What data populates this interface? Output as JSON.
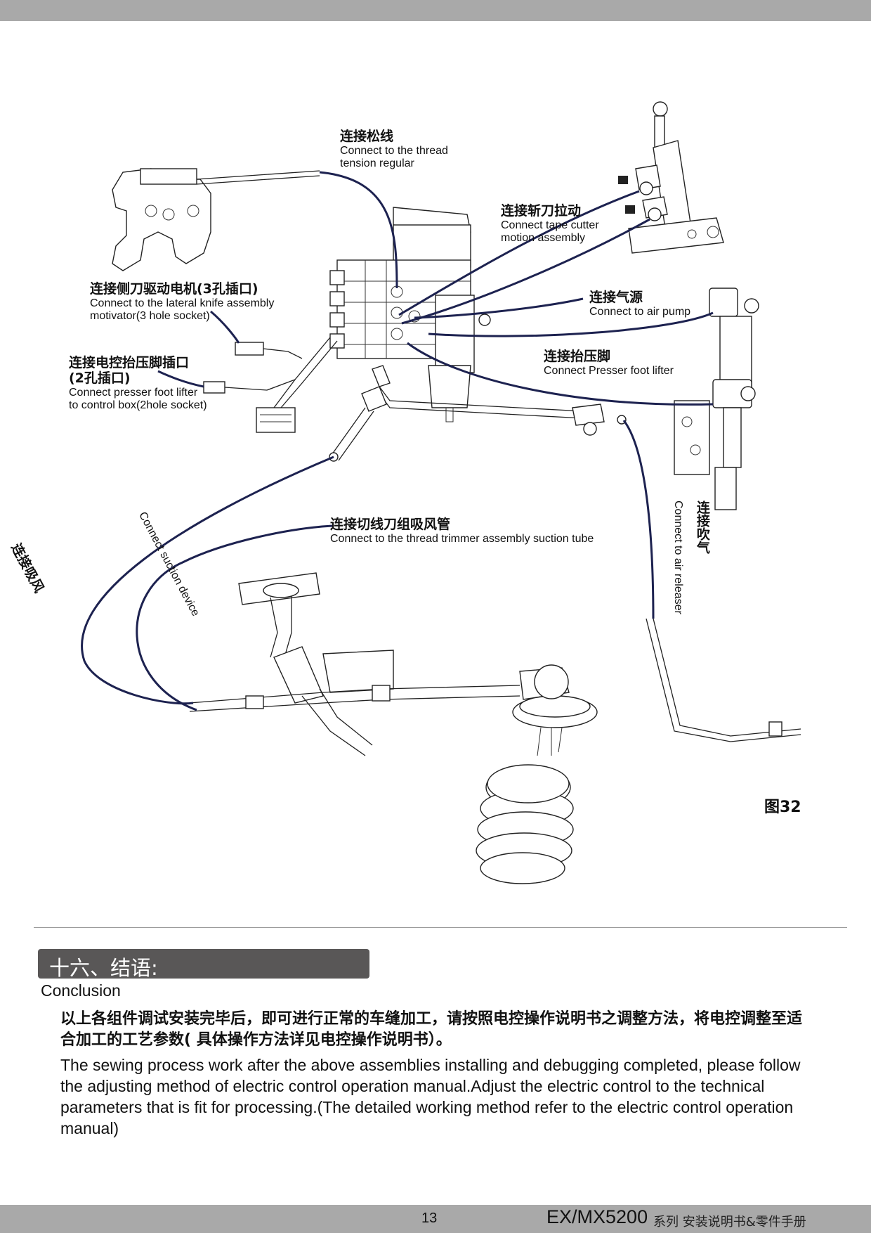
{
  "diagram": {
    "labels": {
      "thread_tension": {
        "cn": "连接松线",
        "en1": "Connect to the thread",
        "en2": "tension regular"
      },
      "tape_cutter": {
        "cn": "连接斩刀拉动",
        "en1": "Connect tape cutter",
        "en2": "motion assembly"
      },
      "air_source": {
        "cn": "连接气源",
        "en1": "Connect to air pump"
      },
      "lateral_knife": {
        "cn": "连接侧刀驱动电机(3孔插口)",
        "en1": "Connect to the lateral knife assembly",
        "en2": "motivator(3 hole socket)"
      },
      "presser_socket": {
        "cn1": "连接电控抬压脚插口",
        "cn2": "(2孔插口)",
        "en1": "Connect presser foot lifter",
        "en2": "to control box(2hole socket)"
      },
      "presser_lifter": {
        "cn": "连接抬压脚",
        "en1": "Connect Presser foot lifter"
      },
      "suction_tube": {
        "cn": "连接切线刀组吸风管",
        "en1": "Connect to the thread trimmer assembly suction tube"
      },
      "suction_device": {
        "cn": "连接吸风",
        "en1": "Connect suction device"
      },
      "air_releaser": {
        "cn": "连接吹气",
        "en1": "Connect to air releaser"
      }
    },
    "figure_number": "图32"
  },
  "section": {
    "title": "十六、结语:",
    "subtitle": "Conclusion",
    "paragraph_cn": "以上各组件调试安装完毕后，即可进行正常的车缝加工，请按照电控操作说明书之调整方法，将电控调整至适合加工的工艺参数( 具体操作方法详见电控操作说明书）。",
    "paragraph_en": "The sewing process work after the above assemblies installing and debugging completed, please follow the adjusting method of electric control operation manual.Adjust the electric control to the technical parameters that is fit for processing.(The detailed working method refer to the electric control operation manual)"
  },
  "footer": {
    "page_number": "13",
    "model": "EX/MX5200",
    "desc": "系列 安装说明书&零件手册"
  }
}
